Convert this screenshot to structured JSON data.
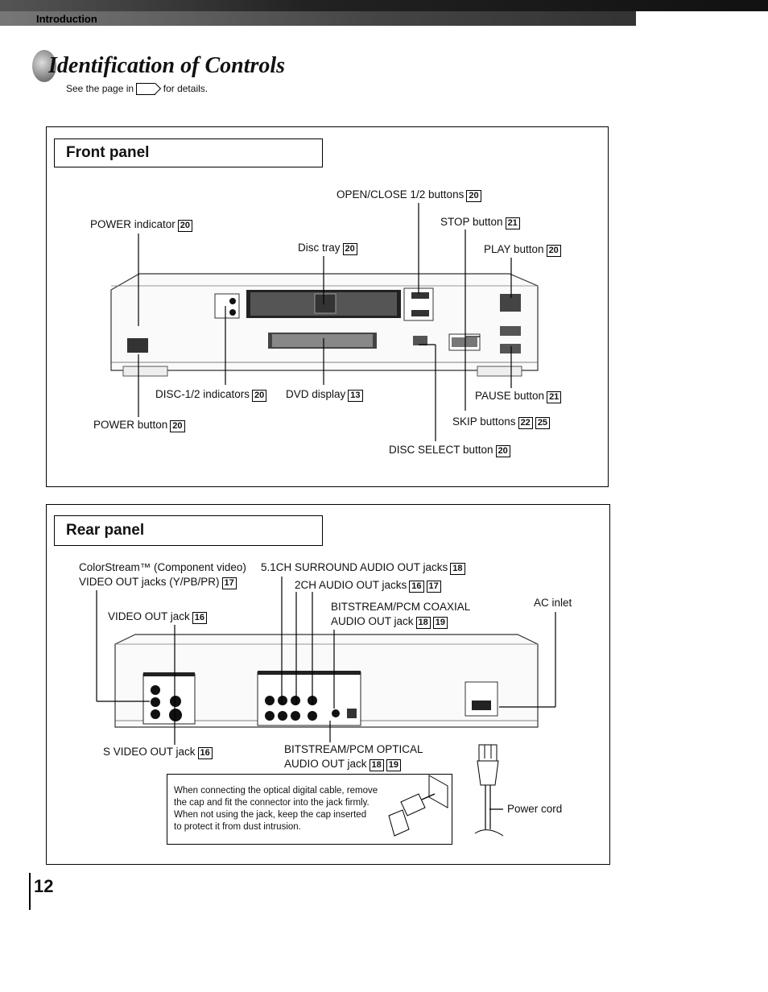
{
  "header": {
    "section": "Introduction"
  },
  "title": "Identification of Controls",
  "subtitle": {
    "before": "See the page in",
    "after": "for details."
  },
  "front_panel": {
    "heading": "Front panel",
    "labels": {
      "open_close": "OPEN/CLOSE 1/2 buttons",
      "power_indicator": "POWER indicator",
      "stop": "STOP button",
      "disc_tray": "Disc tray",
      "play": "PLAY button",
      "disc_indicators": "DISC-1/2 indicators",
      "dvd_display": "DVD display",
      "pause": "PAUSE button",
      "power_button": "POWER button",
      "skip": "SKIP buttons",
      "disc_select": "DISC SELECT button"
    },
    "refs": {
      "open_close": "20",
      "power_indicator": "20",
      "stop": "21",
      "disc_tray": "20",
      "play": "20",
      "disc_indicators": "20",
      "dvd_display": "13",
      "pause": "21",
      "power_button": "20",
      "skip_a": "22",
      "skip_b": "25",
      "disc_select": "20"
    }
  },
  "rear_panel": {
    "heading": "Rear panel",
    "labels": {
      "colorstream_1": "ColorStream™ (Component video)",
      "colorstream_2": "VIDEO OUT jacks (Y/PB/PR)",
      "surround": "5.1CH SURROUND AUDIO OUT jacks",
      "two_ch": "2CH AUDIO OUT jacks",
      "video_out": "VIDEO OUT jack",
      "coax_1": "BITSTREAM/PCM COAXIAL",
      "coax_2": "AUDIO OUT jack",
      "ac_inlet": "AC inlet",
      "svideo": "S VIDEO OUT jack",
      "optical_1": "BITSTREAM/PCM OPTICAL",
      "optical_2": "AUDIO OUT jack",
      "power_cord": "Power cord"
    },
    "refs": {
      "colorstream": "17",
      "surround": "18",
      "two_ch_a": "16",
      "two_ch_b": "17",
      "video_out": "16",
      "coax_a": "18",
      "coax_b": "19",
      "svideo": "16",
      "optical_a": "18",
      "optical_b": "19"
    },
    "note": [
      "When connecting the optical digital cable, remove",
      "the cap and fit the connector into the jack firmly.",
      "When not using the jack, keep the cap inserted",
      "to protect it from dust intrusion."
    ]
  },
  "page_number": "12"
}
